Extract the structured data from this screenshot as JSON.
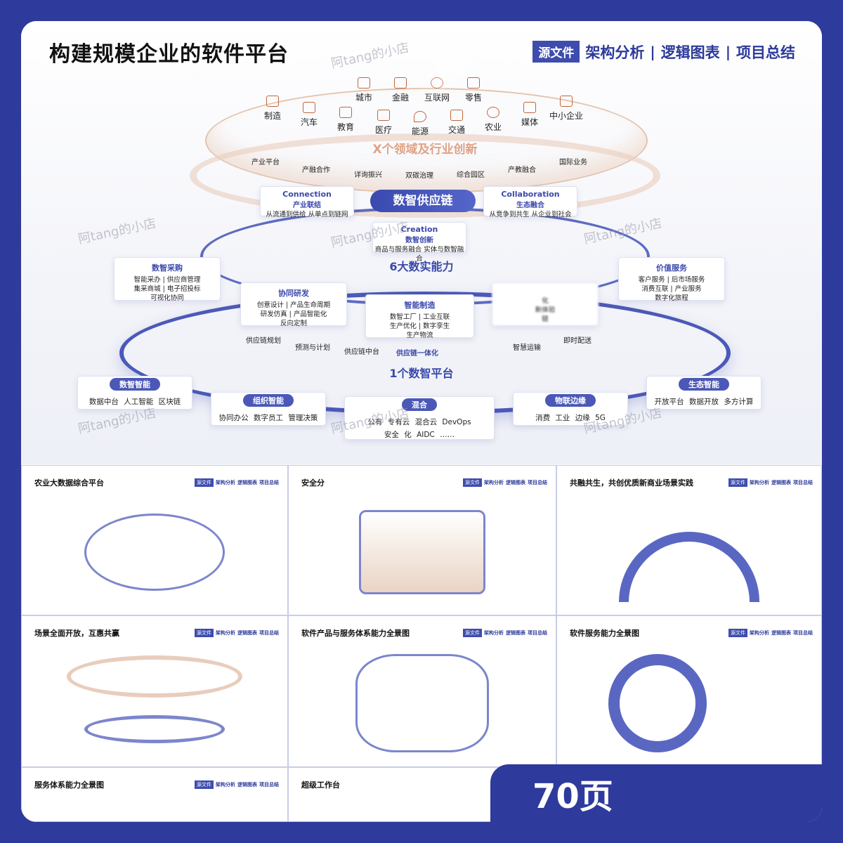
{
  "hero": {
    "title": "构建规模企业的软件平台",
    "tags": {
      "source": "源文件",
      "t1": "架构分析",
      "t2": "逻辑图表",
      "t3": "项目总结",
      "sep": "|"
    }
  },
  "industries": [
    "城市",
    "金融",
    "互联网",
    "零售",
    "制造",
    "汽车",
    "教育",
    "医疗",
    "能源",
    "交通",
    "农业",
    "媒体",
    "中小企业"
  ],
  "x_ring": {
    "title": "X个领域及行业创新",
    "items": [
      "产业平台",
      "产融合作",
      "详询振兴",
      "双碳治理",
      "综合园区",
      "产教融合",
      "国际业务"
    ]
  },
  "supply_chain": {
    "center": "数智供应链",
    "connection": {
      "en": "Connection",
      "cn": "产业联结",
      "desc": "从流通到供给 从单点到链网"
    },
    "collaboration": {
      "en": "Collaboration",
      "cn": "生态融合",
      "desc": "从竞争到共生 从企业到社会"
    },
    "creation": {
      "en": "Creation",
      "cn": "数智创新",
      "desc": "商品与服务融合 实体与数智融合"
    }
  },
  "six_ring": {
    "title": "6大数实能力",
    "procurement": {
      "title": "数智采购",
      "l1": "智能采办 | 供应商管理",
      "l2": "集采商城 | 电子招投标",
      "l3": "可视化协同"
    },
    "rnd": {
      "title": "协同研发",
      "l1": "创意设计 | 产品生命周期",
      "l2": "研发仿真 | 产品智能化",
      "l3": "反向定制"
    },
    "manufacturing": {
      "title": "智能制造",
      "l1": "数智工厂 | 工业互联",
      "l2": "生产优化 | 数字孪生",
      "l3": "生产物流"
    },
    "marketing": {
      "l1": "化",
      "l2": "新体验",
      "l3": "链"
    },
    "value": {
      "title": "价值服务",
      "l1": "客户服务 | 后市场服务",
      "l2": "消费互联 | 产业服务",
      "l3": "数字化旅程"
    },
    "bottom": [
      "供应链规划",
      "预测与计划",
      "供应链中台",
      "供应链一体化",
      "智慧运输",
      "即时配送"
    ]
  },
  "platform": {
    "title": "1个数智平台",
    "data_intel": {
      "title": "数智智能",
      "row": "数据中台 人工智能 区块链"
    },
    "org_intel": {
      "title": "组织智能",
      "row": "协同办公 数字员工 管理决策"
    },
    "hybrid": {
      "title": "混合",
      "r1": "公有 专有云 混合云 DevOps",
      "r2": "安全 化 AIDC ……"
    },
    "iot": {
      "title": "物联边缘",
      "row": "消费 工业 边缘 5G"
    },
    "eco": {
      "title": "生态智能",
      "row": "开放平台 数据开放 多方计算"
    }
  },
  "watermark": "阿tang的小店",
  "thumbs": [
    {
      "title": "农业大数据综合平台"
    },
    {
      "title": "安全分"
    },
    {
      "title": "共融共生，共创优质新商业场景实践"
    },
    {
      "title": "场景全面开放，互惠共赢"
    },
    {
      "title": "软件产品与服务体系能力全景图"
    },
    {
      "title": "软件服务能力全景图"
    },
    {
      "title": "服务体系能力全景图"
    },
    {
      "title": "超级工作台"
    }
  ],
  "thumb_tags": {
    "source": "源文件",
    "t1": "架构分析",
    "t2": "逻辑图表",
    "t3": "项目总结"
  },
  "pages": "70页"
}
